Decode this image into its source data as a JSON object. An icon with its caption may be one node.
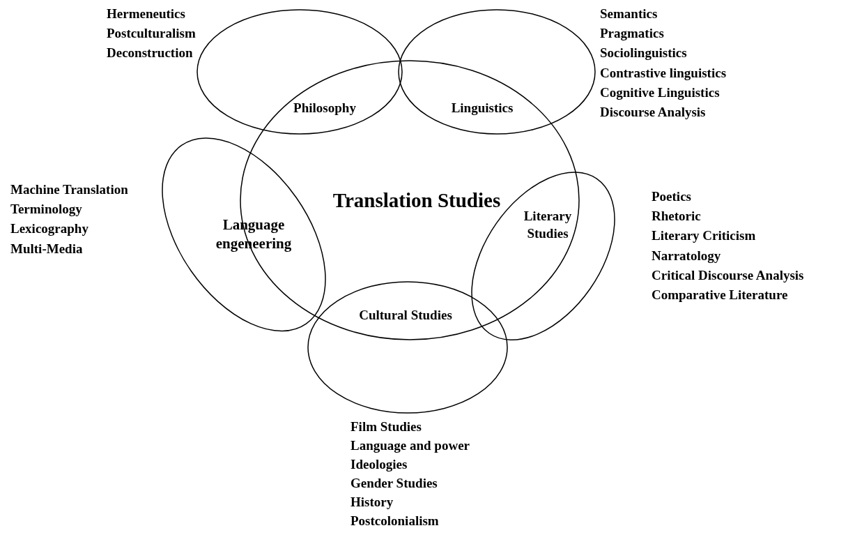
{
  "diagram": {
    "nodes": [
      {
        "text": [
          "Philosophy"
        ],
        "beside": [
          "Hermeneutics",
          "Postculturalism",
          "Deconstruction"
        ]
      },
      {
        "text": [
          "Linguistics"
        ],
        "beside": [
          "Semantics",
          "Pragmatics",
          "Sociolinguistics",
          "Contrastive linguistics",
          "Cognitive Linguistics",
          "Discourse Analysis"
        ]
      },
      {
        "text": [
          "Translation Studies"
        ]
      },
      {
        "text": [
          "Language engeneering"
        ],
        "beside": [
          "Machine Translation",
          "Terminology",
          "Lexicography",
          "Multi-Media"
        ]
      },
      {
        "text": [
          "Literary Studies"
        ],
        "beside": [
          "Poetics",
          "Rhetoric",
          "Literary Criticism",
          "Narratology",
          "Critical Discourse Analysis",
          "Comparative Literature"
        ]
      },
      {
        "text": [
          "Cultural Studies"
        ],
        "beside": [
          "Film Studies",
          "Language and power",
          "Ideologies",
          "Gender Studies",
          "History",
          "Postcolonialism"
        ]
      }
    ]
  }
}
